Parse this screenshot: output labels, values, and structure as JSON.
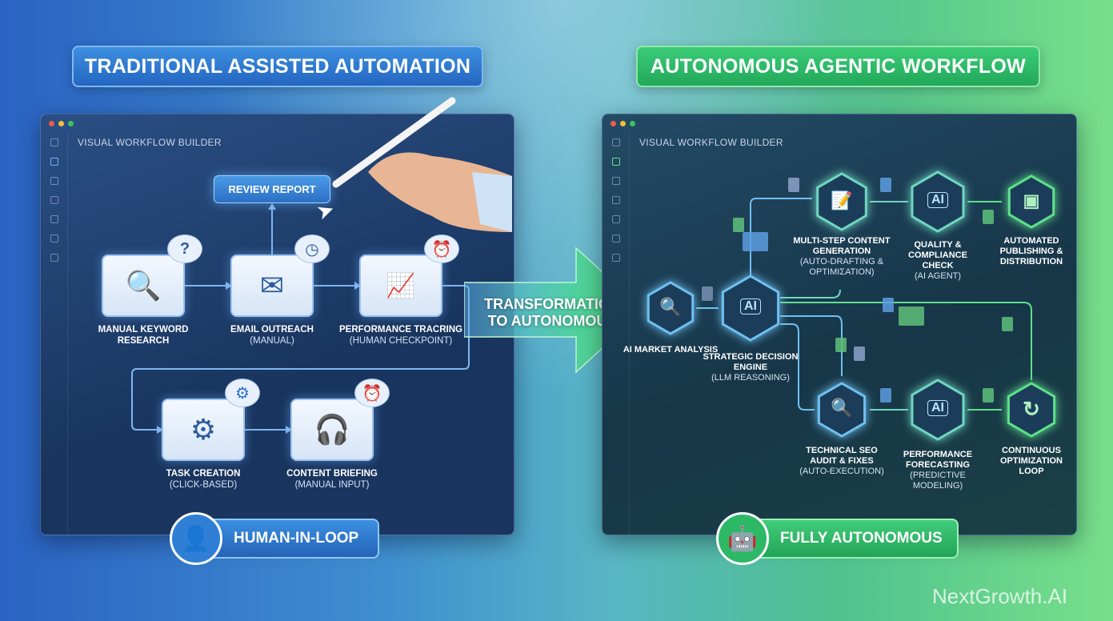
{
  "left": {
    "title": "TRADITIONAL ASSISTED AUTOMATION",
    "panel_title": "VISUAL WORKFLOW BUILDER",
    "review_button": "REVIEW REPORT",
    "nodes": [
      {
        "title": "MANUAL KEYWORD RESEARCH",
        "sub": "",
        "icon": "magnifier-document-icon",
        "bubble_icon": "question-icon"
      },
      {
        "title": "EMAIL OUTREACH",
        "sub": "(MANUAL)",
        "icon": "envelope-icon",
        "bubble_icon": "clock-icon"
      },
      {
        "title": "PERFORMANCE TRACRING",
        "sub": "(HUMAN CHECKPOINT)",
        "icon": "bar-chart-icon",
        "bubble_icon": "alarm-clock-icon"
      },
      {
        "title": "TASK CREATION",
        "sub": "(CLICK-BASED)",
        "icon": "gear-icon",
        "bubble_icon": "gear-icon"
      },
      {
        "title": "CONTENT BRIEFING",
        "sub": "(MANUAL INPUT)",
        "icon": "headset-person-icon",
        "bubble_icon": "alarm-clock-icon"
      }
    ],
    "badge": "HUMAN-IN-LOOP"
  },
  "center": {
    "transformation": "TRANSFORMATION TO AUTONOMOUS"
  },
  "right": {
    "title": "AUTONOMOUS AGENTIC WORKFLOW",
    "panel_title": "VISUAL WORKFLOW BUILDER",
    "nodes": [
      {
        "title": "AI MARKET ANALYSIS",
        "sub": "",
        "icon": "analytics-magnifier-icon"
      },
      {
        "title": "STRATEGIC DECISION ENGINE",
        "sub": "(LLM REASONING)",
        "icon": "ai-brain-icon",
        "icon_text": "AI"
      },
      {
        "title": "MULTI-STEP CONTENT GENERATION",
        "sub": "(AUTO-DRAFTING & OPTIMIΣATION)",
        "icon": "document-pen-icon"
      },
      {
        "title": "QUALITY & COMPLIANCE CHECK",
        "sub": "(AI AGENT)",
        "icon": "ai-brain-icon",
        "icon_text": "AI"
      },
      {
        "title": "AUTOMATED PUBLISHING & DISTRIBUTION",
        "sub": "",
        "icon": "browser-cursor-icon"
      },
      {
        "title": "TECHNICAL SEO AUDIT & FIXES",
        "sub": "(AUTO-EXECUTION)",
        "icon": "code-magnifier-icon"
      },
      {
        "title": "PERFORMANCE FORECASTING",
        "sub": "(PREDICTIVE MODELING)",
        "icon": "ai-brain-icon",
        "icon_text": "AI"
      },
      {
        "title": "CONTINUOUS OPTIMIZATION LOOP",
        "sub": "",
        "icon": "refresh-icon"
      }
    ],
    "badge": "FULLY AUTONOMOUS"
  },
  "watermark": "NextGrowth.AI",
  "colors": {
    "left_accent": "#2f7fd6",
    "right_accent": "#2fbf6a",
    "left_panel": "#1d3a66",
    "right_panel": "#173a48"
  }
}
